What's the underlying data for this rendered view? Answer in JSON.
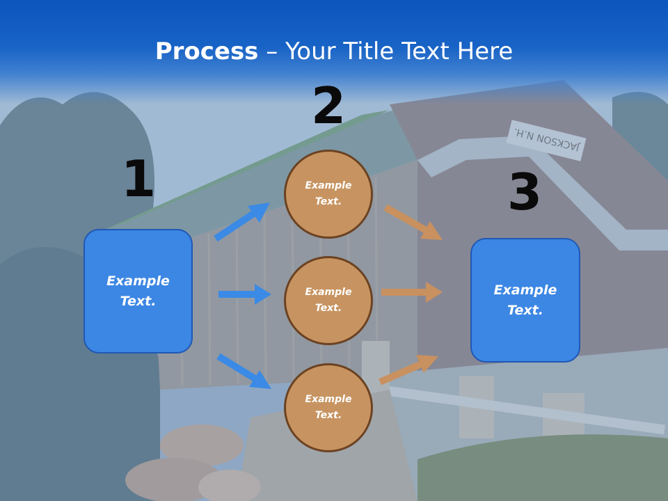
{
  "title": {
    "bold": "Process",
    "rest": " – Your Title Text Here"
  },
  "steps": [
    {
      "number": "1",
      "text": "Example Text."
    },
    {
      "number": "2",
      "items": [
        "Example Text.",
        "Example Text.",
        "Example Text."
      ]
    },
    {
      "number": "3",
      "text": "Example Text."
    }
  ],
  "colors": {
    "header": "#0b56bd",
    "box": "#3c86e4",
    "circle": "#c79461",
    "arrow_blue": "#3b8ae6",
    "arrow_orange": "#c8915f"
  },
  "sign_text": "JACKSON N.H."
}
